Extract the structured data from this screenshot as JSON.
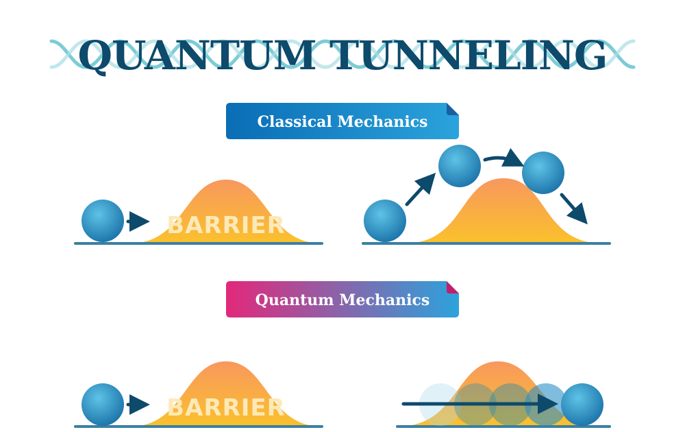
{
  "title": "QUANTUM TUNNELING",
  "sections": [
    {
      "label": "Classical Mechanics",
      "badge_colors": [
        "#0a6db5",
        "#2ba3dc"
      ]
    },
    {
      "label": "Quantum Mechanics",
      "badge_colors": [
        "#e3287a",
        "#2ba3dc"
      ]
    }
  ],
  "barrier_label": "BARRIER",
  "colors": {
    "title": "#0d4a6b",
    "wave": "#5bbfcc",
    "ball": "#2b8fc6",
    "barrier_top": "#f7985e",
    "barrier_bottom": "#fbc12c",
    "ground": "#3a7fa3",
    "arrow": "#0d4a6b"
  }
}
